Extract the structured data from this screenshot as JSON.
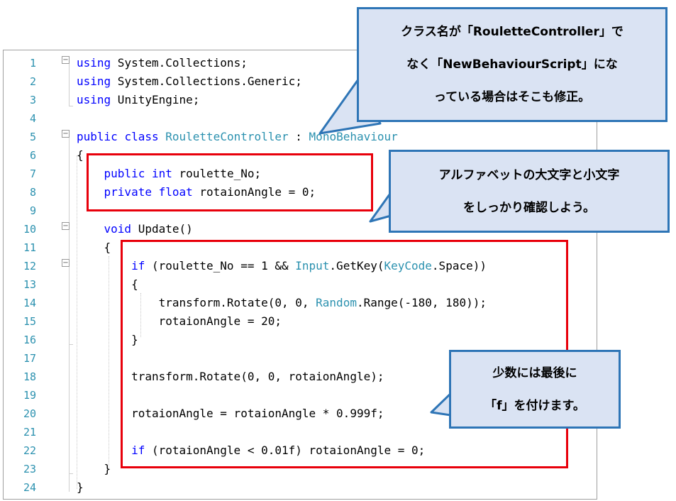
{
  "lines": [
    {
      "num": "1",
      "tokens": [
        {
          "t": "using",
          "c": "kw"
        },
        {
          "t": " System.Collections;"
        }
      ]
    },
    {
      "num": "2",
      "tokens": [
        {
          "t": "using",
          "c": "kw"
        },
        {
          "t": " System.Collections.Generic;"
        }
      ]
    },
    {
      "num": "3",
      "tokens": [
        {
          "t": "using",
          "c": "kw"
        },
        {
          "t": " UnityEngine;"
        }
      ]
    },
    {
      "num": "4",
      "tokens": []
    },
    {
      "num": "5",
      "tokens": [
        {
          "t": "public",
          "c": "kw"
        },
        {
          "t": " "
        },
        {
          "t": "class",
          "c": "kw"
        },
        {
          "t": " "
        },
        {
          "t": "RouletteController",
          "c": "ty"
        },
        {
          "t": " : "
        },
        {
          "t": "MonoBehaviour",
          "c": "ty"
        }
      ]
    },
    {
      "num": "6",
      "tokens": [
        {
          "t": "{"
        }
      ]
    },
    {
      "num": "7",
      "tokens": [
        {
          "t": "    "
        },
        {
          "t": "public",
          "c": "kw"
        },
        {
          "t": " "
        },
        {
          "t": "int",
          "c": "kw"
        },
        {
          "t": " roulette_No;"
        }
      ]
    },
    {
      "num": "8",
      "tokens": [
        {
          "t": "    "
        },
        {
          "t": "private",
          "c": "kw"
        },
        {
          "t": " "
        },
        {
          "t": "float",
          "c": "kw"
        },
        {
          "t": " rotaionAngle = 0;"
        }
      ]
    },
    {
      "num": "9",
      "tokens": []
    },
    {
      "num": "10",
      "tokens": [
        {
          "t": "    "
        },
        {
          "t": "void",
          "c": "kw"
        },
        {
          "t": " Update()"
        }
      ]
    },
    {
      "num": "11",
      "tokens": [
        {
          "t": "    {"
        }
      ]
    },
    {
      "num": "12",
      "tokens": [
        {
          "t": "        "
        },
        {
          "t": "if",
          "c": "kw"
        },
        {
          "t": " (roulette_No == 1 && "
        },
        {
          "t": "Input",
          "c": "ty"
        },
        {
          "t": ".GetKey("
        },
        {
          "t": "KeyCode",
          "c": "ty"
        },
        {
          "t": ".Space))"
        }
      ]
    },
    {
      "num": "13",
      "tokens": [
        {
          "t": "        {"
        }
      ]
    },
    {
      "num": "14",
      "tokens": [
        {
          "t": "            transform.Rotate(0, 0, "
        },
        {
          "t": "Random",
          "c": "ty"
        },
        {
          "t": ".Range(-180, 180));"
        }
      ]
    },
    {
      "num": "15",
      "tokens": [
        {
          "t": "            rotaionAngle = 20;"
        }
      ]
    },
    {
      "num": "16",
      "tokens": [
        {
          "t": "        }"
        }
      ]
    },
    {
      "num": "17",
      "tokens": []
    },
    {
      "num": "18",
      "tokens": [
        {
          "t": "        transform.Rotate(0, 0, rotaionAngle);"
        }
      ]
    },
    {
      "num": "19",
      "tokens": []
    },
    {
      "num": "20",
      "tokens": [
        {
          "t": "        rotaionAngle = rotaionAngle * 0.999f;"
        }
      ]
    },
    {
      "num": "21",
      "tokens": []
    },
    {
      "num": "22",
      "tokens": [
        {
          "t": "        "
        },
        {
          "t": "if",
          "c": "kw"
        },
        {
          "t": " (rotaionAngle < 0.01f) rotaionAngle = 0;"
        }
      ]
    },
    {
      "num": "23",
      "tokens": [
        {
          "t": "    }"
        }
      ]
    },
    {
      "num": "24",
      "tokens": [
        {
          "t": "}"
        }
      ]
    }
  ],
  "callouts": {
    "class_name": [
      "クラス名が「RouletteController」で",
      "なく「NewBehaviourScript」にな",
      "っている場合はそこも修正。"
    ],
    "case": [
      "アルファベットの大文字と小文字",
      "をしっかり確認しよう。"
    ],
    "float_suffix": [
      "少数には最後に",
      "「f」を付けます。"
    ]
  },
  "colors": {
    "keyword": "#0000ff",
    "type": "#2b91af",
    "line_number": "#2b91af",
    "highlight_box": "#e8000b",
    "callout_fill": "#dae3f3",
    "callout_border": "#2e75b6"
  },
  "icons": [
    "fold-collapse-icon"
  ]
}
